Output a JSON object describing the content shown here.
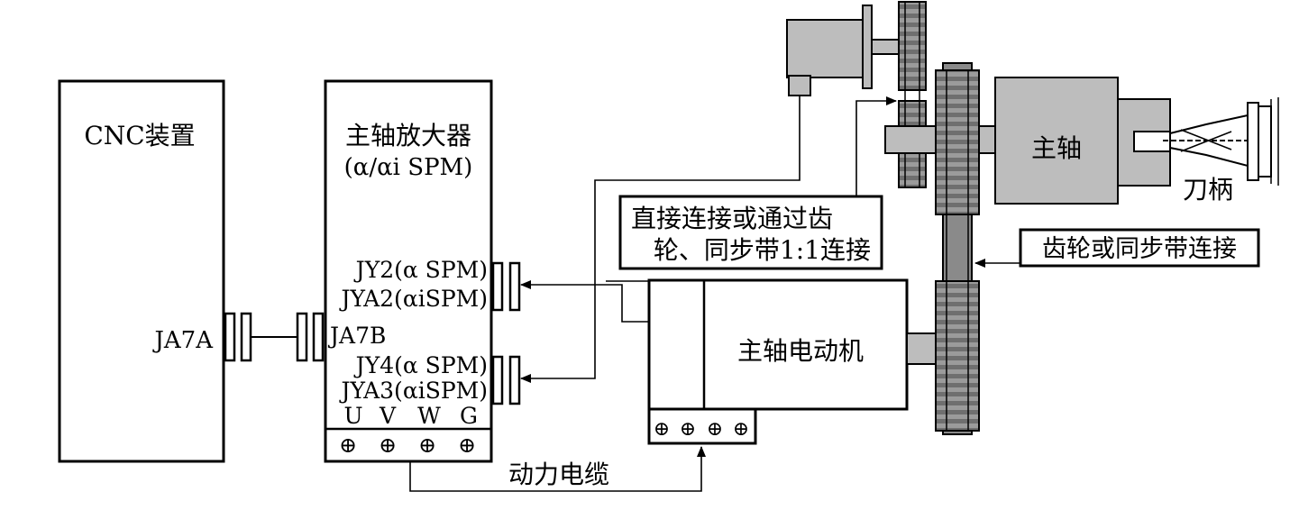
{
  "cnc": {
    "title": "CNC装置",
    "port": "JA7A"
  },
  "amplifier": {
    "title": "主轴放大器",
    "subtitle": "(α/αi SPM)",
    "port_ja7b": "JA7B",
    "port_jy2": "JY2(α SPM)",
    "port_jya2": "JYA2(αiSPM)",
    "port_jy4": "JY4(α SPM)",
    "port_jya3": "JYA3(αiSPM)",
    "terminals": [
      "U",
      "V",
      "W",
      "G"
    ],
    "terminal_symbol": "⊕"
  },
  "power_cable": "动力电缆",
  "motor": {
    "label": "主轴电动机"
  },
  "connection_note": {
    "line1": "直接连接或通过齿",
    "line2": "轮、同步带1:1连接"
  },
  "gear_note": "齿轮或同步带连接",
  "spindle": {
    "label": "主轴"
  },
  "tool_holder": "刀柄"
}
